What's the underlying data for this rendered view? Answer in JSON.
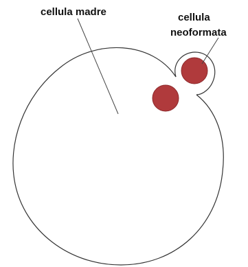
{
  "labels": {
    "mother_cell": "cellula madre",
    "new_cell_line1": "cellula",
    "new_cell_line2": "neoformata"
  },
  "colors": {
    "outline": "#333333",
    "nucleus": "#b03a3c",
    "nucleus_edge": "#8e2a2c",
    "background": "#ffffff"
  }
}
